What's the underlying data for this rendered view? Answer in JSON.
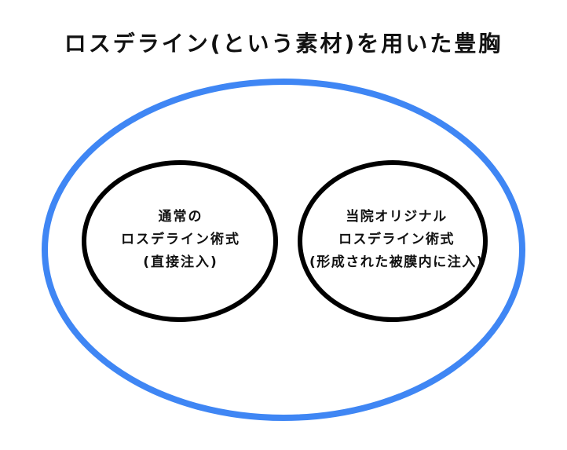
{
  "title": "ロスデライン(という素材)を用いた豊胸",
  "colors": {
    "outer_ring": "#3f86f4",
    "inner_ring": "#000000",
    "text": "#111111",
    "background": "#ffffff"
  },
  "left_circle": {
    "lines": [
      "通常の",
      "ロスデライン術式",
      "(直接注入)"
    ]
  },
  "right_circle": {
    "lines": [
      "当院オリジナル",
      "ロスデライン術式",
      "(形成された被膜内に注入)"
    ]
  }
}
